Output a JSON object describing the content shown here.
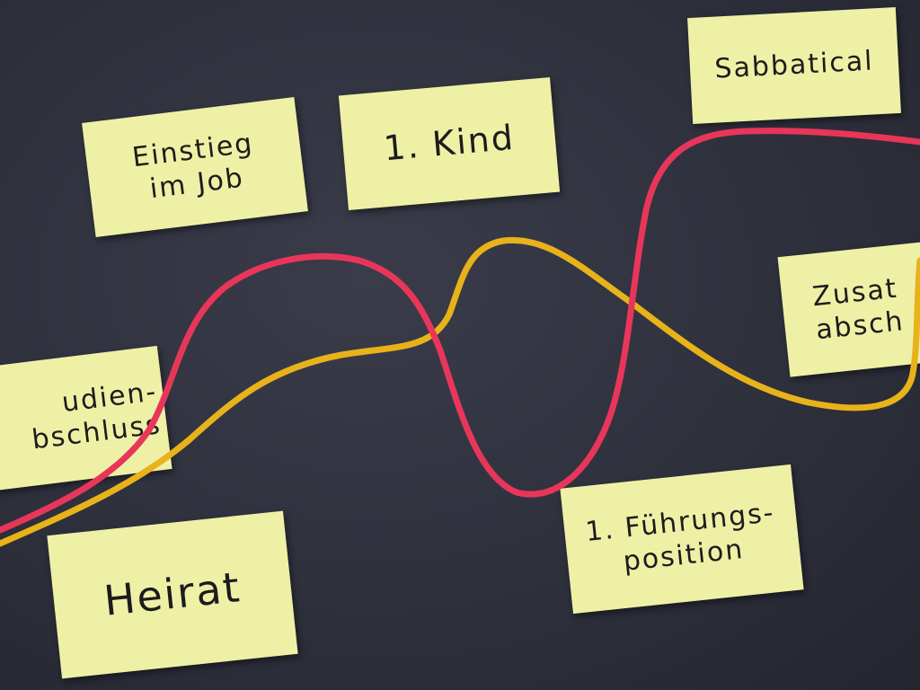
{
  "notes": {
    "sabbatical": "Sabbatical",
    "einstieg": [
      "Einstieg",
      "im Job"
    ],
    "kind": "1. Kind",
    "zusatz": [
      "Zusat",
      "absch"
    ],
    "studien": [
      "udien-",
      "bschluss"
    ],
    "heirat": "Heirat",
    "fuehrung": [
      "1. Führungs-",
      "position"
    ]
  },
  "colors": {
    "background": "#2e303c",
    "note": "#eef0a6",
    "red_string": "#e8365a",
    "yellow_string": "#e8b21a"
  }
}
